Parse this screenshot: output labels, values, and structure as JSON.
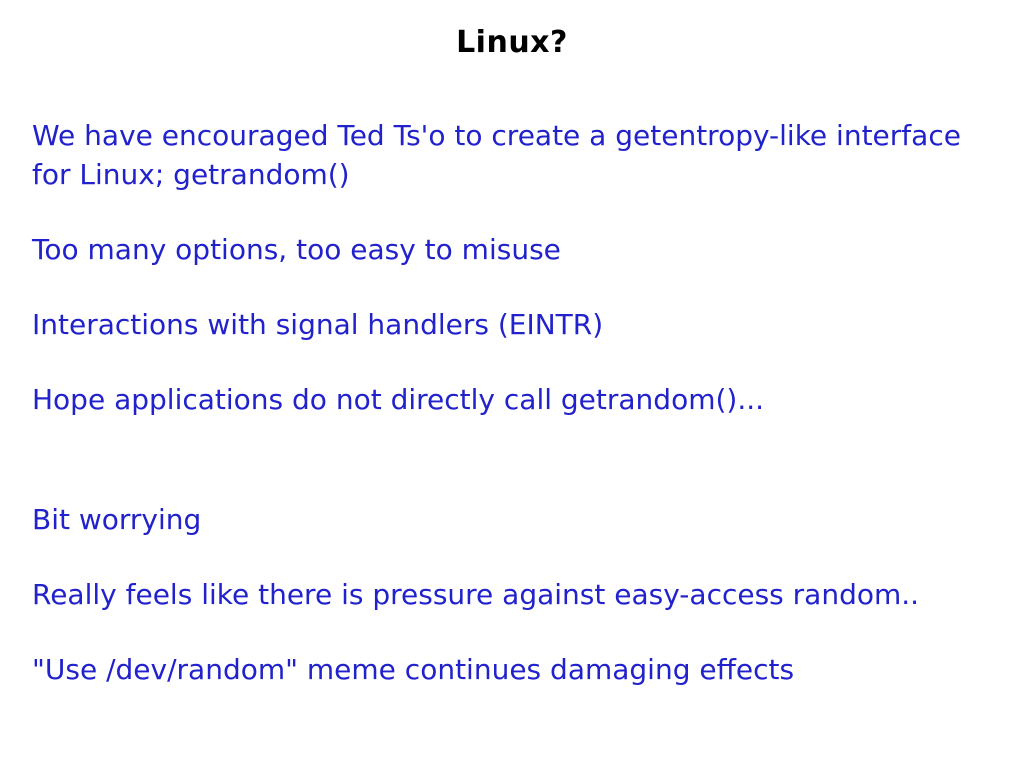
{
  "slide": {
    "title": "Linux?",
    "colors": {
      "background": "#ffffff",
      "title_text": "#000000",
      "body_text": "#2222cc"
    },
    "paragraphs": [
      {
        "text": "We have encouraged Ted Ts'o to create a getentropy-like interface for Linux; getrandom()"
      },
      {
        "text": "Too many options, too easy to misuse"
      },
      {
        "text": "Interactions with signal handlers (EINTR)"
      },
      {
        "text": "Hope applications do not directly call getrandom()..."
      },
      {
        "text": "Bit worrying"
      },
      {
        "text": "Really feels like there is pressure against easy-access random.."
      },
      {
        "text": "\"Use /dev/random\" meme continues damaging effects"
      }
    ]
  }
}
